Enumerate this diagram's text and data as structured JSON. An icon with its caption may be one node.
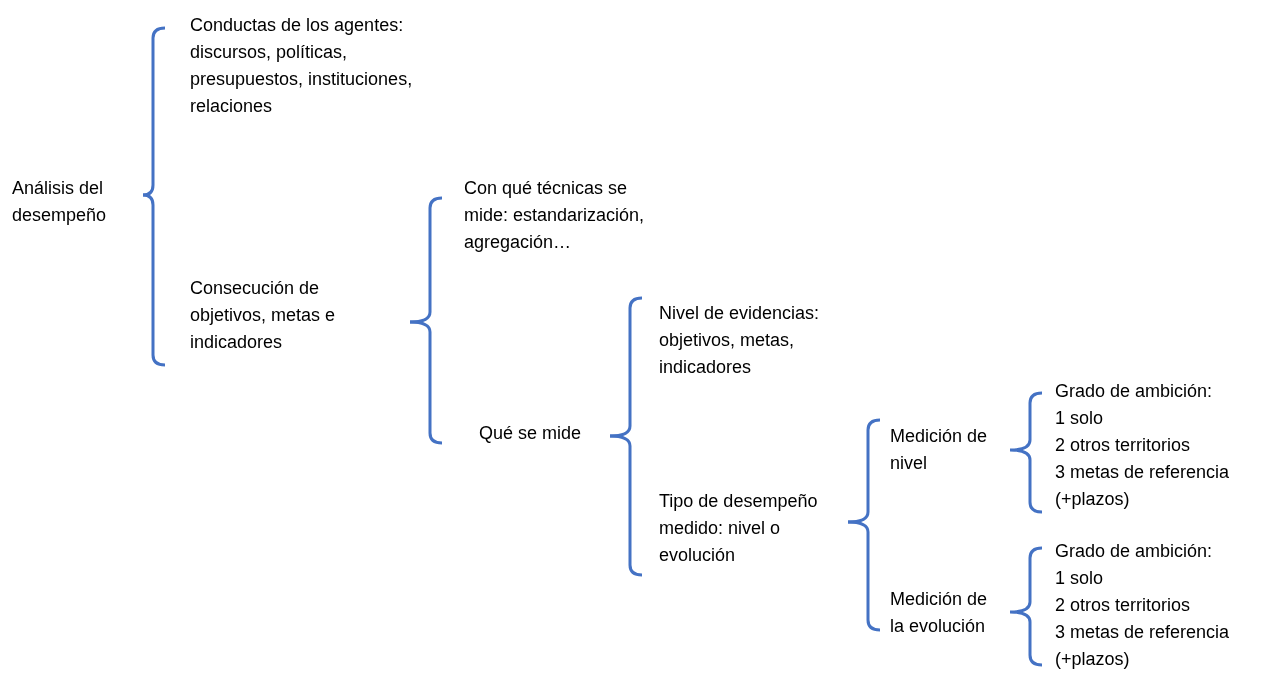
{
  "diagram": {
    "nodes": [
      {
        "text": [
          "Análisis del desempeño"
        ]
      },
      {
        "text": [
          "Conductas de los agentes: discursos, políticas, presupuestos, instituciones, relaciones"
        ]
      },
      {
        "text": [
          "Consecución de objetivos, metas e indicadores"
        ]
      },
      {
        "text": [
          "Con qué técnicas se mide: estandarización, agregación…"
        ]
      },
      {
        "text": [
          "Qué se mide"
        ]
      },
      {
        "text": [
          "Nivel de evidencias: objetivos, metas, indicadores"
        ]
      },
      {
        "text": [
          "Tipo de desempeño medido: nivel o evolución"
        ]
      },
      {
        "text": [
          "Medición de nivel"
        ]
      },
      {
        "text": [
          "Medición de la evolución"
        ]
      },
      {
        "text": [
          "Grado de ambición:",
          "1 solo",
          "2 otros territorios",
          "3 metas de referencia (+plazos)"
        ]
      },
      {
        "text": [
          "Grado de ambición:",
          "1 solo",
          "2 otros territorios",
          "3 metas de referencia (+plazos)"
        ]
      }
    ],
    "edges": [
      {
        "from": 0,
        "to": 1,
        "arrow": "none"
      },
      {
        "from": 0,
        "to": 2,
        "arrow": "none"
      },
      {
        "from": 2,
        "to": 3,
        "arrow": "none"
      },
      {
        "from": 2,
        "to": 4,
        "arrow": "none"
      },
      {
        "from": 4,
        "to": 5,
        "arrow": "none"
      },
      {
        "from": 4,
        "to": 6,
        "arrow": "none"
      },
      {
        "from": 6,
        "to": 7,
        "arrow": "none"
      },
      {
        "from": 6,
        "to": 8,
        "arrow": "none"
      },
      {
        "from": 7,
        "to": 9,
        "arrow": "none"
      },
      {
        "from": 8,
        "to": 10,
        "arrow": "none"
      }
    ]
  }
}
